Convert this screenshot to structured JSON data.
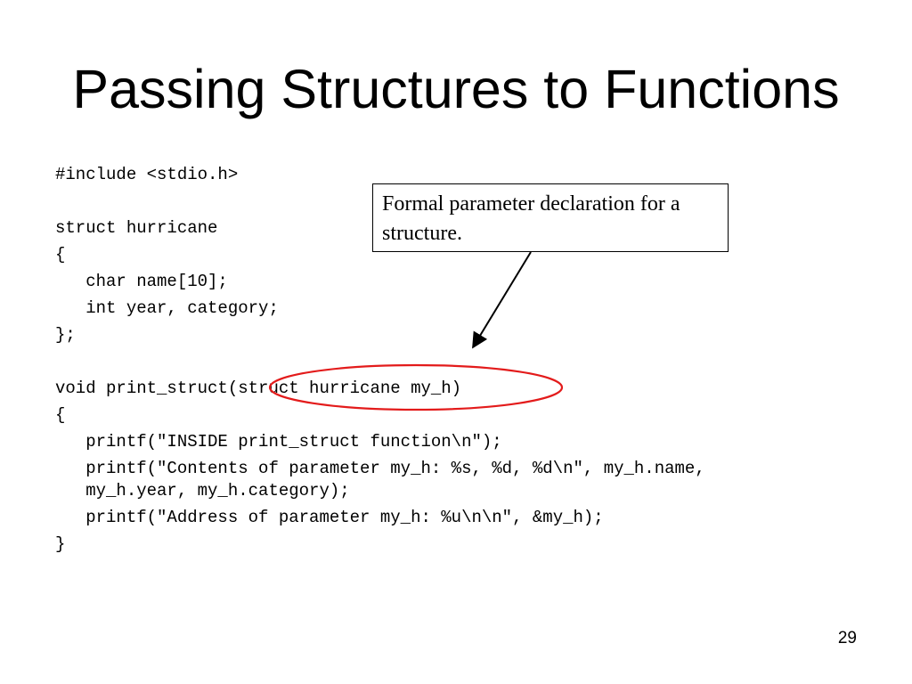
{
  "slide": {
    "title": "Passing Structures to Functions",
    "page_number": "29"
  },
  "code": {
    "lines": [
      "#include <stdio.h>",
      "struct hurricane",
      "{",
      "   char name[10];",
      "   int year, category;",
      "};",
      "void print_struct(struct hurricane my_h)",
      "{",
      "   printf(\"INSIDE print_struct function\\n\");",
      "   printf(\"Contents of parameter my_h: %s, %d, %d\\n\", my_h.name,",
      "   my_h.year, my_h.category);",
      "   printf(\"Address of parameter my_h: %u\\n\\n\", &my_h);",
      "}"
    ]
  },
  "callout": {
    "text": "Formal parameter declaration for a structure."
  },
  "colors": {
    "highlight_ellipse": "#e31b1b",
    "arrow": "#000000"
  }
}
